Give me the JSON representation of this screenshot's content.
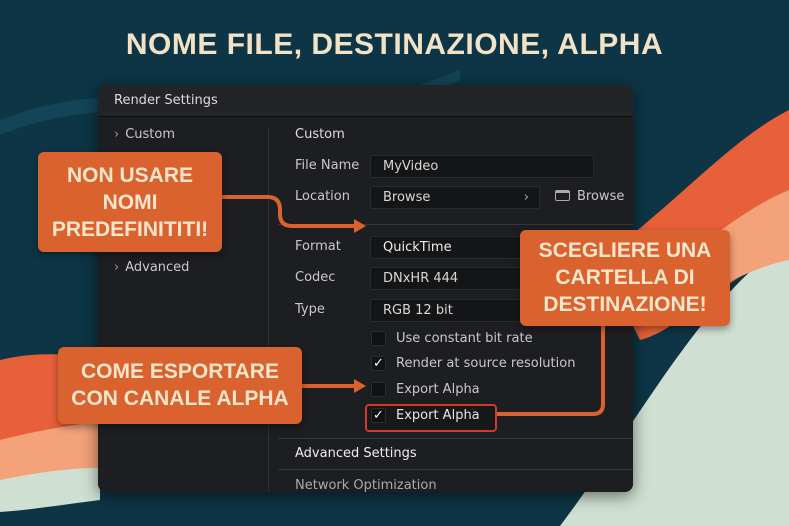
{
  "headline": "NOME FILE, DESTINAZIONE, ALPHA",
  "colors": {
    "background": "#0d3545",
    "accent": "#d9622e",
    "highlight": "#d23a2a",
    "panel": "#1d1e21"
  },
  "window": {
    "title": "Render Settings"
  },
  "sidebar": {
    "items": [
      {
        "label": "Custom",
        "icon": "chevron-right-icon"
      },
      {
        "label": "Advanced",
        "icon": "chevron-right-icon"
      }
    ]
  },
  "main": {
    "section_title": "Custom",
    "file_name": {
      "label": "File Name",
      "value": "MyVideo"
    },
    "location": {
      "label": "Location",
      "value": "Browse",
      "button_label": "Browse",
      "icon": "folder-icon"
    },
    "format": {
      "label": "Format",
      "value": "QuickTime"
    },
    "codec": {
      "label": "Codec",
      "value": "DNxHR 444"
    },
    "type": {
      "label": "Type",
      "value": "RGB 12 bit"
    },
    "checkboxes": [
      {
        "label": "Use constant bit rate",
        "checked": false
      },
      {
        "label": "Render at source resolution",
        "checked": true
      },
      {
        "label": "Export Alpha",
        "checked": false
      },
      {
        "label": "Export Alpha",
        "checked": true
      }
    ],
    "advanced_settings": "Advanced Settings",
    "network_optimization": "Network Optimization"
  },
  "callouts": {
    "names": [
      "NON USARE",
      "NOMI",
      "PREDEFINITITI!"
    ],
    "destination": [
      "SCEGLIERE UNA",
      "CARTELLA DI",
      "DESTINAZIONE!"
    ],
    "alpha": [
      "COME ESPORTARE",
      "CON CANALE ALPHA"
    ]
  },
  "check_glyph": "✓"
}
